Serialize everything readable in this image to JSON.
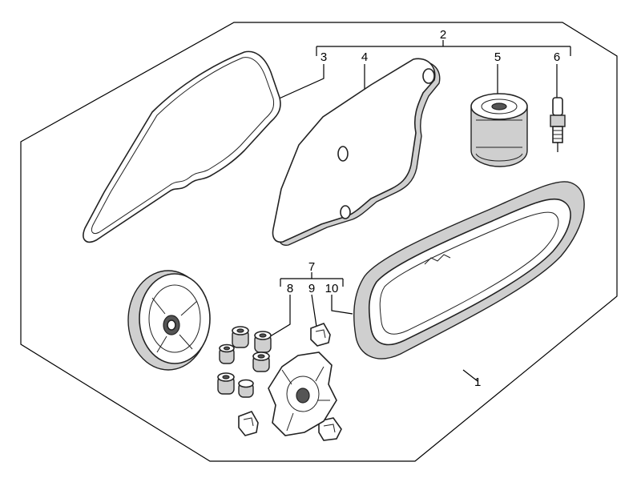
{
  "callouts": {
    "c1": "1",
    "c2": "2",
    "c3": "3",
    "c4": "4",
    "c5": "5",
    "c6": "6",
    "c7": "7",
    "c8": "8",
    "c9": "9",
    "c10": "10"
  },
  "icons": {
    "gasket": "gasket-icon",
    "bracket": "bracket-plate-icon",
    "oil_filter": "oil-filter-icon",
    "spark_plug": "spark-plug-icon",
    "drive_belt": "drive-belt-icon",
    "pulley": "pulley-icon",
    "rollers": "roller-weight-icon",
    "slider": "slider-icon",
    "ramp_plate": "ramp-plate-icon"
  }
}
